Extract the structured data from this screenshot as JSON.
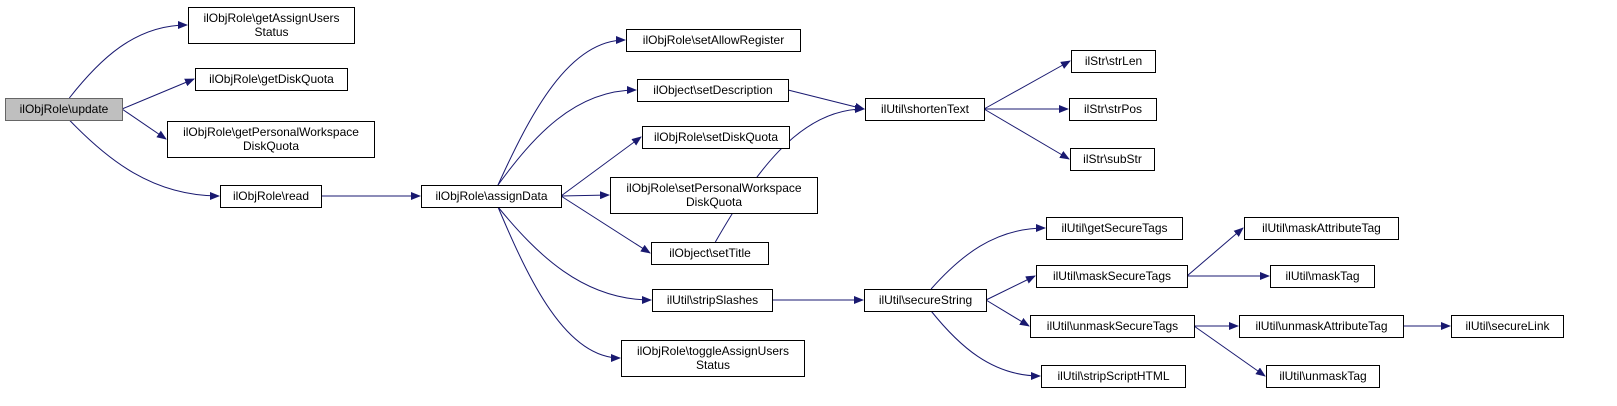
{
  "colors": {
    "edge": "#191970",
    "root_fill": "#bfbfbf",
    "node_fill": "#ffffff",
    "border": "#000000"
  },
  "nodes": [
    {
      "id": "update",
      "lines": [
        "ilObjRole\\update"
      ],
      "root": true
    },
    {
      "id": "getAssignUsersStatus",
      "lines": [
        "ilObjRole\\getAssignUsers",
        "Status"
      ]
    },
    {
      "id": "getDiskQuota",
      "lines": [
        "ilObjRole\\getDiskQuota"
      ]
    },
    {
      "id": "getPersonalWorkspaceDiskQuota",
      "lines": [
        "ilObjRole\\getPersonalWorkspace",
        "DiskQuota"
      ]
    },
    {
      "id": "read",
      "lines": [
        "ilObjRole\\read"
      ]
    },
    {
      "id": "assignData",
      "lines": [
        "ilObjRole\\assignData"
      ]
    },
    {
      "id": "setAllowRegister",
      "lines": [
        "ilObjRole\\setAllowRegister"
      ]
    },
    {
      "id": "setDescription",
      "lines": [
        "ilObject\\setDescription"
      ]
    },
    {
      "id": "setDiskQuota",
      "lines": [
        "ilObjRole\\setDiskQuota"
      ]
    },
    {
      "id": "setPersonalWorkspaceDiskQuota",
      "lines": [
        "ilObjRole\\setPersonalWorkspace",
        "DiskQuota"
      ]
    },
    {
      "id": "setTitle",
      "lines": [
        "ilObject\\setTitle"
      ]
    },
    {
      "id": "stripSlashes",
      "lines": [
        "ilUtil\\stripSlashes"
      ]
    },
    {
      "id": "toggleAssignUsersStatus",
      "lines": [
        "ilObjRole\\toggleAssignUsers",
        "Status"
      ]
    },
    {
      "id": "shortenText",
      "lines": [
        "ilUtil\\shortenText"
      ]
    },
    {
      "id": "strLen",
      "lines": [
        "ilStr\\strLen"
      ]
    },
    {
      "id": "strPos",
      "lines": [
        "ilStr\\strPos"
      ]
    },
    {
      "id": "subStr",
      "lines": [
        "ilStr\\subStr"
      ]
    },
    {
      "id": "secureString",
      "lines": [
        "ilUtil\\secureString"
      ]
    },
    {
      "id": "getSecureTags",
      "lines": [
        "ilUtil\\getSecureTags"
      ]
    },
    {
      "id": "maskSecureTags",
      "lines": [
        "ilUtil\\maskSecureTags"
      ]
    },
    {
      "id": "unmaskSecureTags",
      "lines": [
        "ilUtil\\unmaskSecureTags"
      ]
    },
    {
      "id": "stripScriptHTML",
      "lines": [
        "ilUtil\\stripScriptHTML"
      ]
    },
    {
      "id": "maskAttributeTag",
      "lines": [
        "ilUtil\\maskAttributeTag"
      ]
    },
    {
      "id": "maskTag",
      "lines": [
        "ilUtil\\maskTag"
      ]
    },
    {
      "id": "unmaskAttributeTag",
      "lines": [
        "ilUtil\\unmaskAttributeTag"
      ]
    },
    {
      "id": "unmaskTag",
      "lines": [
        "ilUtil\\unmaskTag"
      ]
    },
    {
      "id": "secureLink",
      "lines": [
        "ilUtil\\secureLink"
      ]
    }
  ],
  "edges": [
    {
      "from": "update",
      "to": "getAssignUsersStatus"
    },
    {
      "from": "update",
      "to": "getDiskQuota"
    },
    {
      "from": "update",
      "to": "getPersonalWorkspaceDiskQuota"
    },
    {
      "from": "update",
      "to": "read"
    },
    {
      "from": "read",
      "to": "assignData"
    },
    {
      "from": "assignData",
      "to": "setAllowRegister"
    },
    {
      "from": "assignData",
      "to": "setDescription"
    },
    {
      "from": "assignData",
      "to": "setDiskQuota"
    },
    {
      "from": "assignData",
      "to": "setPersonalWorkspaceDiskQuota"
    },
    {
      "from": "assignData",
      "to": "setTitle"
    },
    {
      "from": "assignData",
      "to": "stripSlashes"
    },
    {
      "from": "assignData",
      "to": "toggleAssignUsersStatus"
    },
    {
      "from": "setDescription",
      "to": "shortenText"
    },
    {
      "from": "setTitle",
      "to": "shortenText"
    },
    {
      "from": "shortenText",
      "to": "strLen"
    },
    {
      "from": "shortenText",
      "to": "strPos"
    },
    {
      "from": "shortenText",
      "to": "subStr"
    },
    {
      "from": "stripSlashes",
      "to": "secureString"
    },
    {
      "from": "secureString",
      "to": "getSecureTags"
    },
    {
      "from": "secureString",
      "to": "maskSecureTags"
    },
    {
      "from": "secureString",
      "to": "unmaskSecureTags"
    },
    {
      "from": "secureString",
      "to": "stripScriptHTML"
    },
    {
      "from": "maskSecureTags",
      "to": "maskAttributeTag"
    },
    {
      "from": "maskSecureTags",
      "to": "maskTag"
    },
    {
      "from": "unmaskSecureTags",
      "to": "unmaskAttributeTag"
    },
    {
      "from": "unmaskSecureTags",
      "to": "unmaskTag"
    },
    {
      "from": "unmaskAttributeTag",
      "to": "secureLink"
    }
  ]
}
